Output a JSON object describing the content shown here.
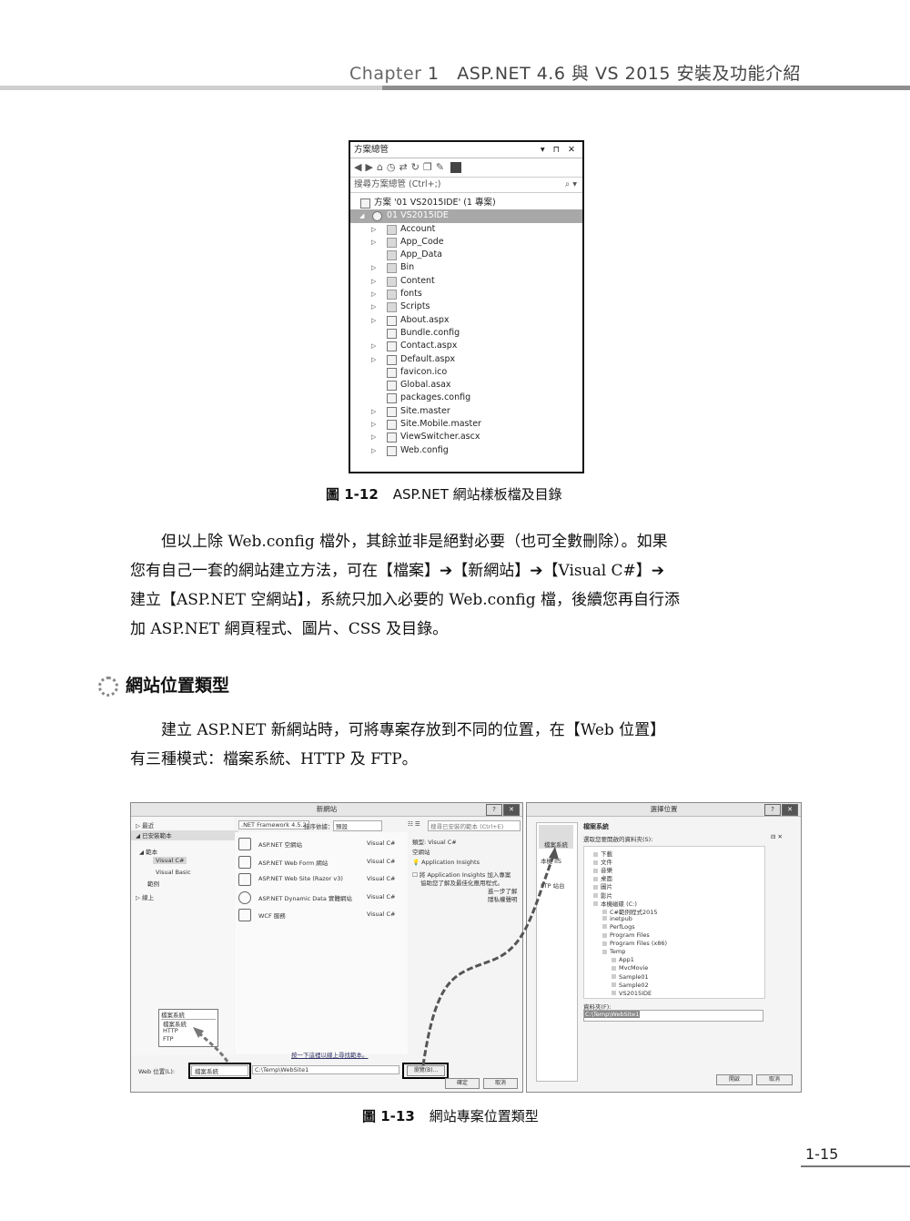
{
  "header": {
    "chapter_label": "Chapter",
    "chapter_number": "1",
    "title": "ASP.NET 4.6 與 VS 2015 安裝及功能介紹"
  },
  "figure1": {
    "panel_title": "方案總管",
    "panel_controls": "▾ ⊓ ✕",
    "search_placeholder": "搜尋方案總管 (Ctrl+;)",
    "solution_label": "方案 '01 VS2015IDE' (1 專案)",
    "project_label": "01 VS2015IDE",
    "items": [
      {
        "name": "Account",
        "expand": true,
        "icon": "folder"
      },
      {
        "name": "App_Code",
        "expand": true,
        "icon": "folder"
      },
      {
        "name": "App_Data",
        "expand": false,
        "icon": "folder"
      },
      {
        "name": "Bin",
        "expand": true,
        "icon": "folder"
      },
      {
        "name": "Content",
        "expand": true,
        "icon": "folder"
      },
      {
        "name": "fonts",
        "expand": true,
        "icon": "folder"
      },
      {
        "name": "Scripts",
        "expand": true,
        "icon": "folder"
      },
      {
        "name": "About.aspx",
        "expand": true,
        "icon": "file"
      },
      {
        "name": "Bundle.config",
        "expand": false,
        "icon": "file"
      },
      {
        "name": "Contact.aspx",
        "expand": true,
        "icon": "file"
      },
      {
        "name": "Default.aspx",
        "expand": true,
        "icon": "file"
      },
      {
        "name": "favicon.ico",
        "expand": false,
        "icon": "file"
      },
      {
        "name": "Global.asax",
        "expand": false,
        "icon": "file"
      },
      {
        "name": "packages.config",
        "expand": false,
        "icon": "file"
      },
      {
        "name": "Site.master",
        "expand": true,
        "icon": "file"
      },
      {
        "name": "Site.Mobile.master",
        "expand": true,
        "icon": "file"
      },
      {
        "name": "ViewSwitcher.ascx",
        "expand": true,
        "icon": "file"
      },
      {
        "name": "Web.config",
        "expand": true,
        "icon": "file"
      }
    ],
    "caption_number": "圖 1-12",
    "caption_text": "ASP.NET 網站樣板檔及目錄"
  },
  "paragraph1": [
    "但以上除 Web.config 檔外，其餘並非是絕對必要（也可全數刪除）。如果",
    "您有自己一套的網站建立方法，可在【檔案】➔【新網站】➔【Visual C#】➔",
    "建立【ASP.NET 空網站】，系統只加入必要的 Web.config 檔，後續您再自行添",
    "加 ASP.NET 網頁程式、圖片、CSS 及目錄。"
  ],
  "section_heading": "網站位置類型",
  "paragraph2": [
    "建立 ASP.NET 新網站時，可將專案存放到不同的位置，在【Web 位置】",
    "有三種模式：檔案系統、HTTP 及 FTP。"
  ],
  "figure2": {
    "new_site_dialog": {
      "title": "新網站",
      "help": "?",
      "close": "✕",
      "left_nav": [
        "▷ 最近",
        "◢ 已安裝範本",
        "◢ 範本",
        "Visual C#",
        "Visual Basic",
        "範例",
        "▷ 線上"
      ],
      "framework": ".NET Framework 4.5.2",
      "sort_label": "排序依據：",
      "sort_value": "預設",
      "search_placeholder": "搜尋已安裝的範本 (Ctrl+E)",
      "templates": [
        {
          "name": "ASP.NET 空網站",
          "lang": "Visual C#"
        },
        {
          "name": "ASP.NET Web Form 網站",
          "lang": "Visual C#"
        },
        {
          "name": "ASP.NET Web Site (Razor v3)",
          "lang": "Visual C#"
        },
        {
          "name": "ASP.NET Dynamic Data 實體網站",
          "lang": "Visual C#"
        },
        {
          "name": "WCF 服務",
          "lang": "Visual C#"
        }
      ],
      "detail_type": "類型:  Visual C#",
      "detail_desc": "空網站",
      "insights_title": "Application Insights",
      "insights_text1": "將 Application Insights 加入專案",
      "insights_text2": "協助您了解及最佳化應用程式。",
      "insights_link1": "進一步了解",
      "insights_link2": "隱私權聲明",
      "dropdown_selected": "檔案系統",
      "dropdown_options": [
        "檔案系統",
        "HTTP",
        "FTP"
      ],
      "online_link": "按一下這裡以線上尋找範本。",
      "location_label": "Web 位置(L):",
      "location_type": "檔案系統",
      "location_path": "C:\\Temp\\WebSite1",
      "browse_button": "瀏覽(B)...",
      "ok_button": "確定",
      "cancel_button": "取消"
    },
    "location_dialog": {
      "title": "選擇位置",
      "help": "?",
      "close": "✕",
      "side_items": [
        "檔案系統",
        "本機 IIS",
        "FTP 站台"
      ],
      "heading": "檔案系統",
      "prompt": "選取您要開啟的資料夾(S):",
      "tree": [
        {
          "label": "下載",
          "level": 1
        },
        {
          "label": "文件",
          "level": 1
        },
        {
          "label": "音樂",
          "level": 1
        },
        {
          "label": "桌面",
          "level": 1
        },
        {
          "label": "圖片",
          "level": 1
        },
        {
          "label": "影片",
          "level": 1
        },
        {
          "label": "本機磁碟 (C:)",
          "level": 1
        },
        {
          "label": "C#範例程式2015",
          "level": 2
        },
        {
          "label": "inetpub",
          "level": 2
        },
        {
          "label": "PerfLogs",
          "level": 2
        },
        {
          "label": "Program Files",
          "level": 2
        },
        {
          "label": "Program Files (x86)",
          "level": 2
        },
        {
          "label": "Temp",
          "level": 2
        },
        {
          "label": "App1",
          "level": 3
        },
        {
          "label": "MvcMovie",
          "level": 3
        },
        {
          "label": "Sample01",
          "level": 3
        },
        {
          "label": "Sample02",
          "level": 3
        },
        {
          "label": "VS2015IDE",
          "level": 3
        }
      ],
      "folder_label": "資料夾(F):",
      "folder_value": "C:\\Temp\\WebSite1",
      "open_button": "開啟",
      "cancel_button": "取消"
    },
    "caption_number": "圖 1-13",
    "caption_text": "網站專案位置類型"
  },
  "page_number": "1-15"
}
